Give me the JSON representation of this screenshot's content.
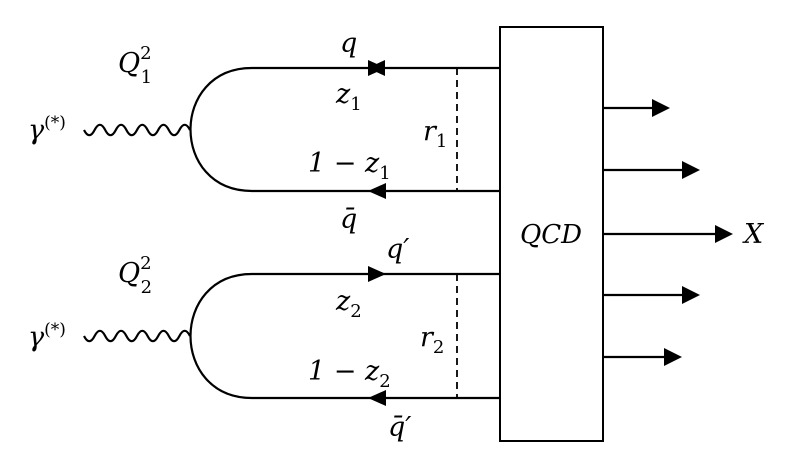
{
  "diagram": {
    "box_label": "QCD",
    "output_label": "X",
    "photon_symbol": "γ",
    "photon_superscript": "(*)",
    "upper": {
      "virtuality": "Q",
      "virtuality_sup": "2",
      "virtuality_sub": "1",
      "quark": "q",
      "antiquark": "q̄",
      "z": "z",
      "z_sub": "1",
      "one_minus_z": "1 − z",
      "one_minus_z_sub": "1",
      "r": "r",
      "r_sub": "1"
    },
    "lower": {
      "virtuality": "Q",
      "virtuality_sup": "2",
      "virtuality_sub": "2",
      "quark": "q′",
      "antiquark": "q̄′",
      "z": "z",
      "z_sub": "2",
      "one_minus_z": "1 − z",
      "one_minus_z_sub": "2",
      "r": "r",
      "r_sub": "2"
    }
  }
}
